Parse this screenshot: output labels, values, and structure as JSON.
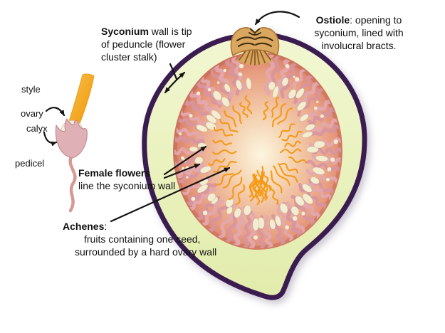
{
  "labels": {
    "syconium": {
      "term": "Syconium",
      "rest": " wall is tip",
      "line2": "of peduncle (flower",
      "line3": "cluster stalk)"
    },
    "ostiole": {
      "term": "Ostiole",
      "rest": ": opening to",
      "line2": "syconium, lined with",
      "line3": "involucral bracts."
    },
    "female_flowers": {
      "term": "Female flowers",
      "line2": "line the syconium wall"
    },
    "achenes": {
      "term": "Achenes",
      "rest": ":",
      "line2": "fruits containing one seed,",
      "line3": "surrounded by a hard ovary wall"
    },
    "flower": {
      "style": "style",
      "ovary": "ovary",
      "calyx": "calyx",
      "pedicel": "pedicel"
    }
  },
  "colors": {
    "outline": "#3a1c50",
    "wall_light": "#f2f7d2",
    "wall_dark": "#e2ecab",
    "flesh_center": "#fcf6df",
    "flesh_mid1": "#f4cfae",
    "flesh_mid2": "#e89e80",
    "flesh_edge": "#c96150",
    "flesh_rim": "#b85a48",
    "squiggle_a": "#e2a9b2",
    "squiggle_b": "#d795a2",
    "achene": "#f3edd2",
    "style_orange": "#f6970f",
    "ostiole_tan": "#d9a75f",
    "ostiole_edge": "#a8702e",
    "ostiole_dark": "#3f2d0d",
    "ostiole_fan": "#8a5a22",
    "flower_style_light": "#f9c14e",
    "flower_style_dark": "#ee9403",
    "flower_ovary": "#f7f0da",
    "flower_ovary_edge": "#d9c8a2",
    "flower_calyx": "#dfb0b6",
    "flower_calyx_edge": "#c48d93",
    "pedicel": "#d69a95",
    "arrow": "#141414"
  }
}
